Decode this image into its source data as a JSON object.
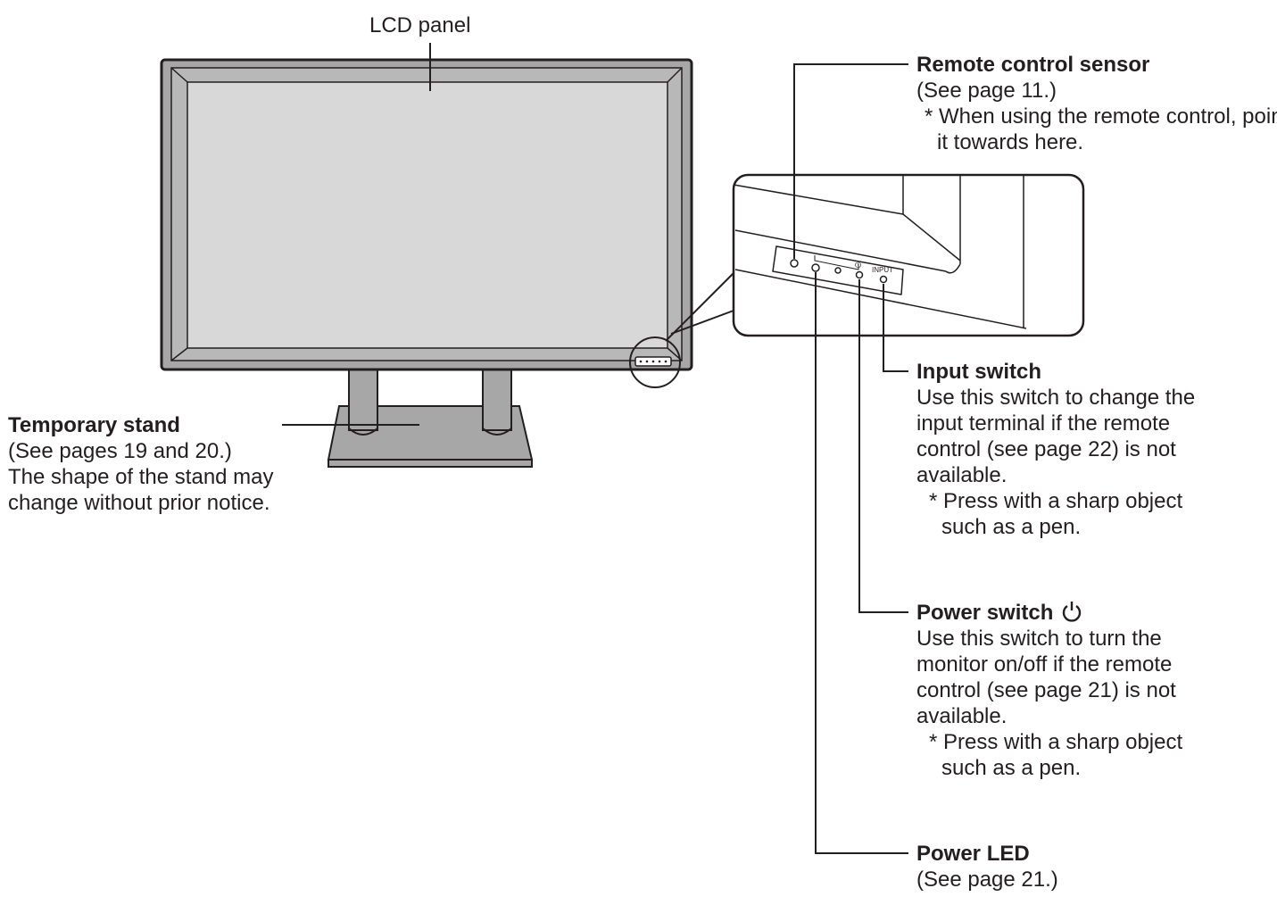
{
  "labels": {
    "lcd_panel": {
      "title": "LCD panel"
    },
    "remote_sensor": {
      "title": "Remote control sensor",
      "lines": [
        "(See page 11.)"
      ],
      "notes": [
        "* When using the remote control, point it towards here."
      ]
    },
    "input_switch": {
      "title": "Input switch",
      "lines": [
        "Use this switch to change the",
        "input terminal if the remote",
        "control (see page 22) is not",
        "available."
      ],
      "notes": [
        "* Press with a sharp object such as a pen."
      ]
    },
    "power_switch": {
      "title": "Power switch",
      "icon": "power-icon",
      "lines": [
        "Use this switch to turn the",
        "monitor on/off if the remote",
        "control (see page 21) is not",
        "available."
      ],
      "notes": [
        "* Press with a sharp object such as a pen."
      ]
    },
    "power_led": {
      "title": "Power LED",
      "lines": [
        "(See page 21.)"
      ]
    },
    "temporary_stand": {
      "title": "Temporary stand",
      "lines": [
        "(See pages 19 and 20.)",
        "The shape of the stand may",
        "change without prior notice."
      ]
    }
  },
  "panel_markings": {
    "power_symbol": "⏻",
    "input": "INPUT"
  },
  "colors": {
    "line": "#231f20",
    "bezel": "#a7a7a7",
    "screen": "#d8d8d8",
    "stand": "#a7a7a7"
  }
}
